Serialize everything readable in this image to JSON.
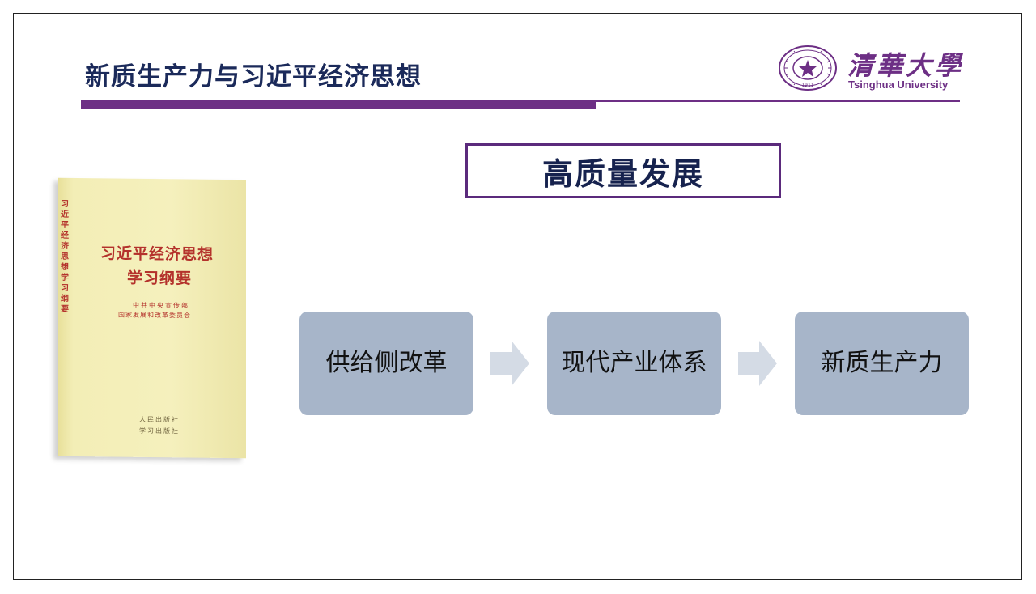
{
  "slide": {
    "title": "新质生产力与习近平经济思想",
    "logo": {
      "chinese": "清華大學",
      "english": "Tsinghua University",
      "seal_text": "1911",
      "color": "#6d2f85"
    },
    "book": {
      "spine": "习近平经济思想学习纲要",
      "title": "习近平经济思想",
      "subtitle": "学习纲要",
      "publisher_line1": "中共中央宣传部",
      "publisher_line2": "国家发展和改革委员会",
      "press1": "人民出版社",
      "press2": "学习出版社"
    },
    "highlight": "高质量发展",
    "flow": [
      {
        "label": "供给侧改革"
      },
      {
        "label": "现代产业体系"
      },
      {
        "label": "新质生产力"
      }
    ],
    "colors": {
      "accent": "#6d2f85",
      "title": "#1b2a5a",
      "box_fill": "#a7b5c9",
      "arrow_fill": "#d4dbe5"
    }
  }
}
